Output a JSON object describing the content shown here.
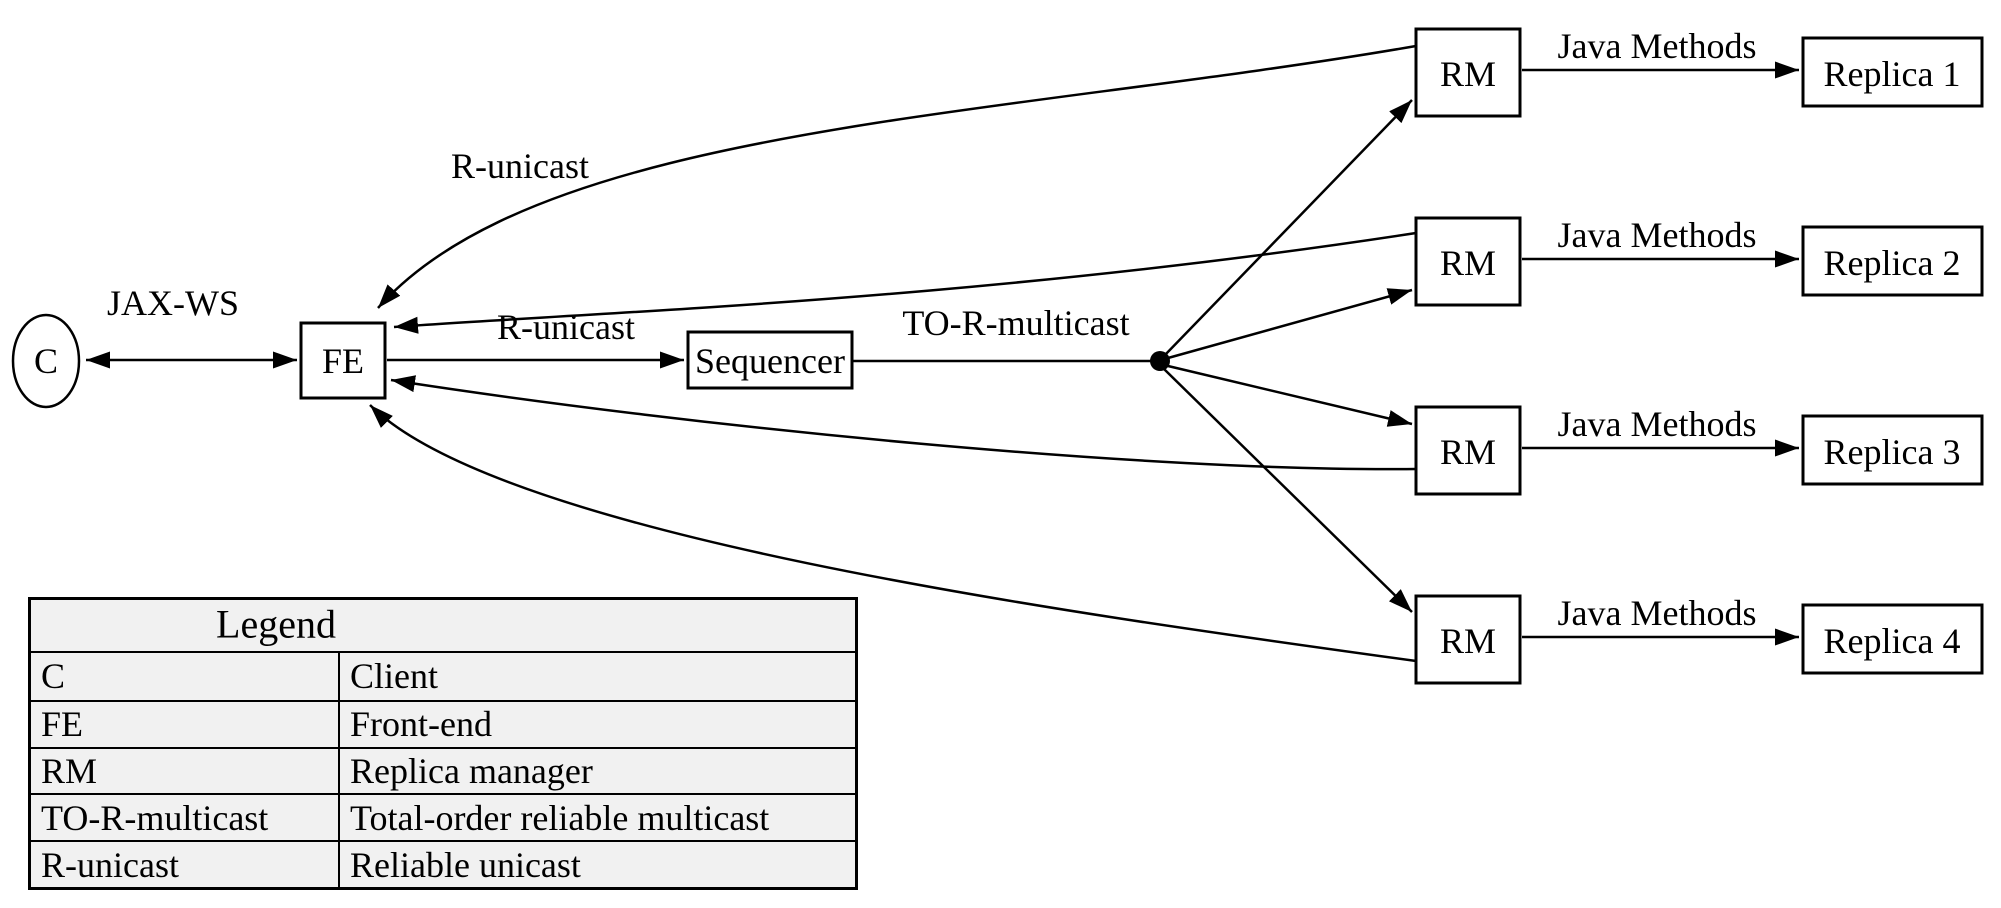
{
  "figure": {
    "client": "C",
    "front_end": "FE",
    "sequencer": "Sequencer",
    "replica_manager": "RM",
    "replicas": [
      "Replica 1",
      "Replica 2",
      "Replica 3",
      "Replica 4"
    ],
    "labels": {
      "jax_ws": "JAX-WS",
      "r_unicast_top": "R-unicast",
      "r_unicast_mid": "R-unicast",
      "to_r_multicast": "TO-R-multicast",
      "java_methods": "Java Methods"
    }
  },
  "legend": {
    "title": "Legend",
    "rows": [
      {
        "abbr": "C",
        "meaning": "Client"
      },
      {
        "abbr": "FE",
        "meaning": "Front-end"
      },
      {
        "abbr": "RM",
        "meaning": "Replica manager"
      },
      {
        "abbr": "TO-R-multicast",
        "meaning": "Total-order reliable multicast"
      },
      {
        "abbr": "R-unicast",
        "meaning": "Reliable unicast"
      }
    ]
  },
  "colors": {
    "ink": "#000000",
    "paper": "#ffffff",
    "legend_fill": "#f1f1f1"
  }
}
